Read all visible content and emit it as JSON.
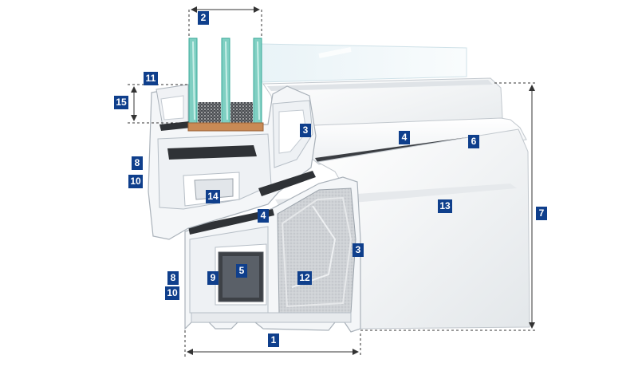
{
  "colors": {
    "badge": "#0f3f8c",
    "badge_text": "#ffffff",
    "profile_fill": "#f2f4f6",
    "profile_stroke": "#b8c0c8",
    "gasket": "#2f3236",
    "glass": "#7fcfc2",
    "glass_edge": "#3aa999",
    "spacer": "#c98a55",
    "foam": "#c9ccd0",
    "dim_line": "#333333"
  },
  "icons": {
    "dimension_arrows": "double-headed-arrow",
    "guides": "dashed-leader-line"
  },
  "labels": {
    "glazing_width": "2",
    "glazing_bead_height": "15",
    "bead_top_mark": "11",
    "sash_label_a": "8",
    "sash_label_b": "10",
    "frame_label_a": "8",
    "frame_label_b": "10",
    "steel_reinforcement_sash": "14",
    "steel_reinforcement_frame": "5",
    "chamber_frame": "9",
    "foam_insert": "12",
    "gasket_sash_upper": "3",
    "gasket_frame_side": "3",
    "gasket_inner_sash": "4",
    "gasket_inner_frame": "4",
    "sash_surface": "6",
    "frame_surface": "13",
    "total_height": "7",
    "frame_depth": "1"
  }
}
